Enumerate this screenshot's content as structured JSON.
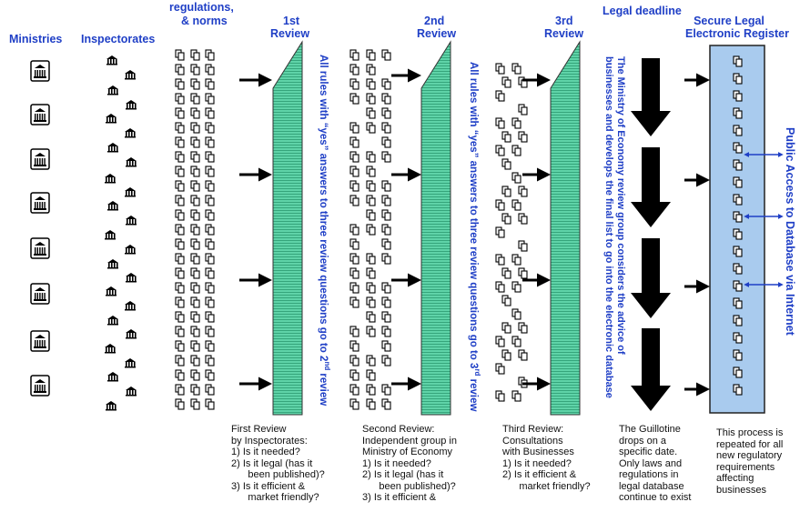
{
  "headers": {
    "ministries": "Ministries",
    "inspectorates": "Inspectorates",
    "regulations_line1": "regulations,",
    "regulations_line2": "& norms",
    "review1_line1": "1st",
    "review1_line2": "Review",
    "review2_line1": "2nd",
    "review2_line2": "Review",
    "review3_line1": "3rd",
    "review3_line2": "Review",
    "legal_deadline": "Legal deadline",
    "register_line1": "Secure Legal",
    "register_line2": "Electronic Register"
  },
  "vertical": {
    "review1": "All rules with “yes” answers to three review questions go to 2nd review",
    "review2": "All rules with “yes” answers to three review questions go to 3rd review",
    "ministry_line1": "The Ministry of Economy review group considers the advice of",
    "ministry_line2": "businesses and develops the final list to go into the electronic database",
    "public_access": "Public Access to Database via Internet"
  },
  "captions": {
    "first": [
      "First Review",
      "by Inspectorates:",
      "1)  Is it needed?",
      "2)  Is it legal (has it",
      "      been published)?",
      "3)  Is it efficient &",
      "      market friendly?"
    ],
    "second": [
      "Second Review:",
      "Independent group in",
      "Ministry of Economy",
      "1)  Is it needed?",
      "2)  Is it legal (has it",
      "      been published)?",
      "3)  Is it efficient &"
    ],
    "third": [
      "Third Review:",
      "Consultations",
      "with Businesses",
      "1)  Is it needed?",
      "2)  Is it efficient &",
      "      market friendly?"
    ],
    "guillotine": [
      "The Guillotine",
      "drops on a",
      "specific date.",
      "Only laws and",
      "regulations in",
      "legal database",
      "continue to exist"
    ],
    "repeat": [
      "This process is",
      "repeated for all",
      "new regulatory",
      "requirements",
      "affecting",
      "businesses"
    ]
  },
  "colors": {
    "heading_blue": "#1f3fc6",
    "review_green": "#5fd3a8",
    "register_blue": "#a9cbee",
    "arrow_black": "#000000"
  }
}
